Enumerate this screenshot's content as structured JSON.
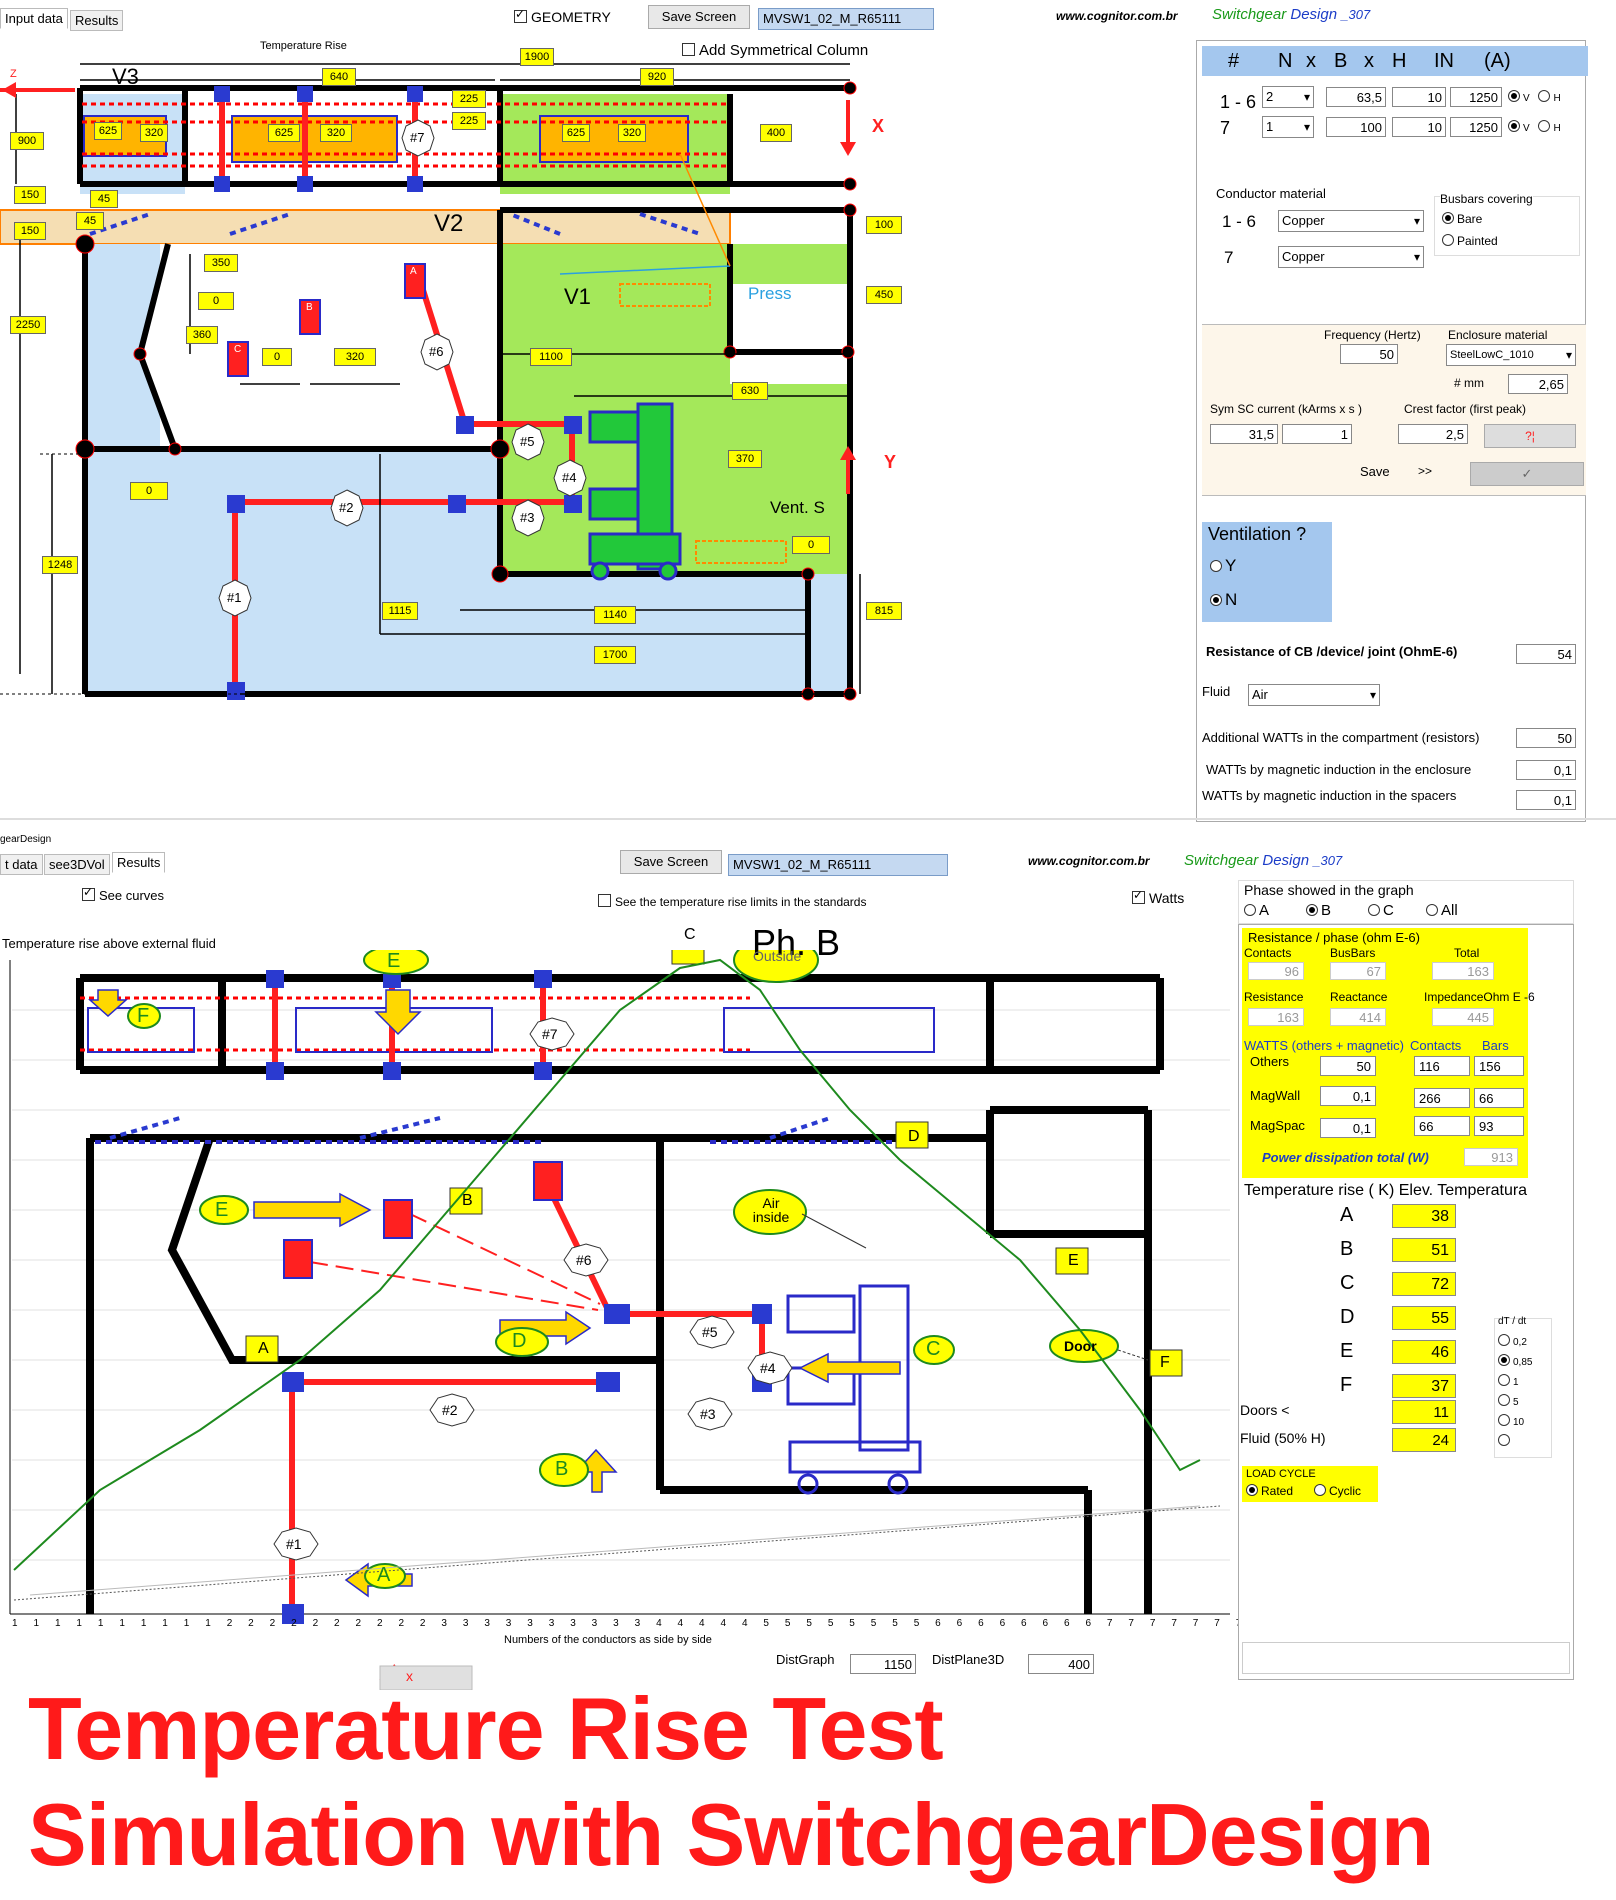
{
  "top": {
    "tabs": [
      "Input data",
      "Results"
    ],
    "geometry_label": "GEOMETRY",
    "save_screen": "Save Screen",
    "filename": "MVSW1_02_M_R65111",
    "url": "www.cognitor.com.br",
    "brand_a": "Switchgear",
    "brand_b": "Design",
    "brand_ver": "_307",
    "add_sym_col": "Add Symmetrical Column",
    "temp_rise_title": "Temperature Rise",
    "labels": {
      "v3": "V3",
      "v2": "V2",
      "v1": "V1",
      "press": "Press",
      "vent": "Vent. S",
      "axis_x": "X",
      "axis_y": "Y",
      "axis_z": "Z"
    },
    "dims": {
      "d1900": "1900",
      "d640": "640",
      "d920": "920",
      "d225a": "225",
      "d225b": "225",
      "d900": "900",
      "d625a": "625",
      "d320a": "320",
      "d625b": "625",
      "d320b": "320",
      "d625c": "625",
      "d320c": "320",
      "d400": "400",
      "d150a": "150",
      "d150b": "150",
      "d45a": "45",
      "d45b": "45",
      "d100": "100",
      "d350": "350",
      "d0a": "0",
      "d360": "360",
      "d0b": "0",
      "d320d": "320",
      "d2250": "2250",
      "d1100": "1100",
      "d450": "450",
      "d630": "630",
      "d370": "370",
      "d0c": "0",
      "d0d": "0",
      "d1248": "1248",
      "d1115": "1115",
      "d1140": "1140",
      "d815": "815",
      "d1700": "1700"
    },
    "bar_labels": [
      "#1",
      "#2",
      "#3",
      "#4",
      "#5",
      "#6",
      "#7"
    ],
    "phase_labels": [
      "A",
      "B",
      "C"
    ]
  },
  "conductor_table": {
    "headers": [
      "#",
      "N",
      "x",
      "B",
      "x",
      "H",
      "IN",
      "(A)"
    ],
    "rows": [
      {
        "id": "1 - 6",
        "n": "2",
        "b": "63,5",
        "h": "10",
        "in": "1250",
        "v": "V",
        "h_opt": "H"
      },
      {
        "id": "7",
        "n": "1",
        "b": "100",
        "h": "10",
        "in": "1250",
        "v": "V",
        "h_opt": "H"
      }
    ]
  },
  "material": {
    "title": "Conductor material",
    "rows": [
      {
        "id": "1 - 6",
        "value": "Copper"
      },
      {
        "id": "7",
        "value": "Copper"
      }
    ],
    "covering_title": "Busbars covering",
    "covering_options": [
      "Bare",
      "Painted"
    ]
  },
  "freq": {
    "freq_label": "Frequency (Hertz)",
    "freq_value": "50",
    "encl_label": "Enclosure material",
    "encl_value": "SteelLowC_1010",
    "mm_label": "# mm",
    "mm_value": "2,65",
    "sc_label": "Sym SC current (kArms x s )",
    "sc_value": "31,5",
    "sc_time": "1",
    "crest_label": "Crest factor (first peak)",
    "crest_value": "2,5",
    "help": "?¦",
    "save": "Save",
    "arrows": ">>",
    "check": "✓"
  },
  "vent": {
    "title": "Ventilation ?",
    "opt_y": "Y",
    "opt_n": "N"
  },
  "params": {
    "resistance_label": "Resistance of CB /device/ joint (OhmE-6)",
    "resistance_value": "54",
    "fluid_label": "Fluid",
    "fluid_value": "Air",
    "add_watts_label": "Additional WATTs in the compartment (resistors)",
    "add_watts_value": "50",
    "mag_encl_label": "WATTs by  magnetic induction in the enclosure",
    "mag_encl_value": "0,1",
    "mag_spac_label": "WATTs by magnetic induction in the spacers",
    "mag_spac_value": "0,1"
  },
  "bottom": {
    "window_caption": "gearDesign",
    "tabs": [
      "t data",
      "see3DVol",
      "Results"
    ],
    "save_screen": "Save Screen",
    "filename": "MVSW1_02_M_R65111",
    "see_curves": "See curves",
    "see_limits": "See the temperature rise limits in the standards",
    "watts": "Watts",
    "phase_title": "Phase showed in the graph",
    "phase_opts": [
      "A",
      "B",
      "C",
      "All"
    ],
    "graph_title": "Temperature rise above external fluid",
    "ph_title": "Ph. B",
    "outside": "Outside",
    "air_inside": "Air inside",
    "door": "Door",
    "zone_labels": [
      "A",
      "B",
      "C",
      "D",
      "E",
      "F"
    ],
    "x_axis_title": "Numbers of the conductors as side by side",
    "x_ticks": [
      "1",
      "1",
      "1",
      "1",
      "1",
      "1",
      "1",
      "1",
      "1",
      "1",
      "2",
      "2",
      "2",
      "2",
      "2",
      "2",
      "2",
      "2",
      "2",
      "2",
      "3",
      "3",
      "3",
      "3",
      "3",
      "3",
      "3",
      "3",
      "3",
      "3",
      "4",
      "4",
      "4",
      "4",
      "4",
      "5",
      "5",
      "5",
      "5",
      "5",
      "5",
      "5",
      "5",
      "6",
      "6",
      "6",
      "6",
      "6",
      "6",
      "6",
      "6",
      "7",
      "7",
      "7",
      "7",
      "7",
      "7",
      "7"
    ],
    "distgraph_label": "DistGraph",
    "distgraph_value": "1150",
    "distplane_label": "DistPlane3D",
    "distplane_value": "400",
    "x_mark": "x"
  },
  "results": {
    "res_title": "Resistance / phase (ohm E-6)",
    "h1": [
      "Contacts",
      "BusBars",
      "Total"
    ],
    "v1": [
      "96",
      "67",
      "163"
    ],
    "h2": [
      "Resistance",
      "Reactance",
      "ImpedanceOhm E -6"
    ],
    "v2": [
      "163",
      "414",
      "445"
    ],
    "watts_title": "WATTS (others + magnetic)",
    "col_contacts": "Contacts",
    "col_bars": "Bars",
    "w_rows": [
      {
        "label": "Others",
        "val": "50",
        "contacts": "116",
        "bars": "156"
      },
      {
        "label": "MagWall",
        "val": "0,1",
        "contacts": "266",
        "bars": "66"
      },
      {
        "label": "MagSpac",
        "val": "0,1",
        "contacts": "66",
        "bars": "93"
      }
    ],
    "power_label": "Power dissipation total (W)",
    "power_value": "913",
    "tr_title": "Temperature rise   ( K)  Elev. Temperatura",
    "tr_rows": [
      {
        "l": "A",
        "v": "38"
      },
      {
        "l": "B",
        "v": "51"
      },
      {
        "l": "C",
        "v": "72"
      },
      {
        "l": "D",
        "v": "55"
      },
      {
        "l": "E",
        "v": "46"
      },
      {
        "l": "F",
        "v": "37"
      }
    ],
    "doors_label": "Doors   <",
    "doors_value": "11",
    "fluid_label": "Fluid   (50% H)",
    "fluid_value": "24",
    "dtdt_title": "dT / dt",
    "dtdt_opts": [
      "0,2",
      "0,85",
      "1",
      "5",
      "10",
      ""
    ],
    "load_title": "LOAD CYCLE",
    "load_opts": [
      "Rated",
      "Cyclic"
    ]
  },
  "headline": {
    "line1": "Temperature Rise Test",
    "line2": "Simulation with SwitchgearDesign"
  },
  "colors": {
    "accent_red": "#ff1a1a",
    "busbar_red": "#ff2020",
    "green_fill": "#a4e85a",
    "blue_fill": "#c8e1f7",
    "yellow": "#ffff00",
    "panel_blue": "#a4c7ee",
    "chart_green": "#1e8a1e"
  }
}
